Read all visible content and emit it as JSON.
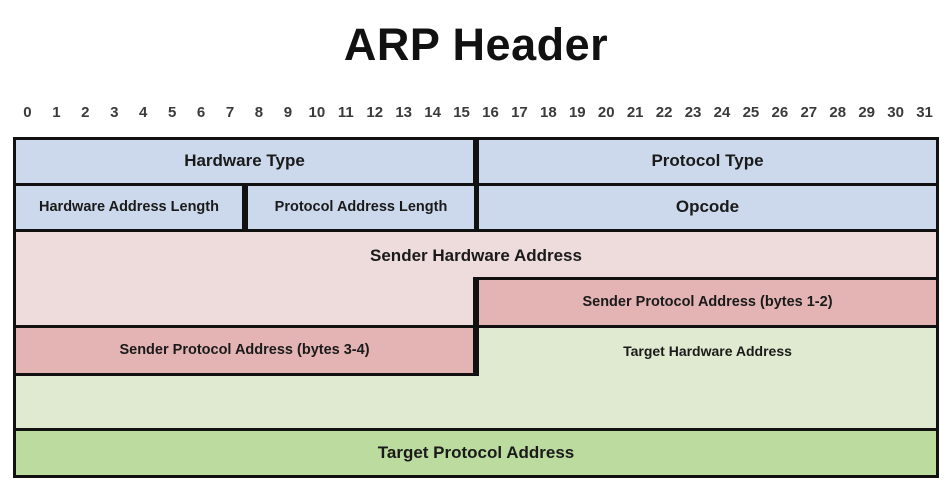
{
  "title": "ARP Header",
  "bit_ruler": {
    "labels": [
      "0",
      "1",
      "2",
      "3",
      "4",
      "5",
      "6",
      "7",
      "8",
      "9",
      "10",
      "11",
      "12",
      "13",
      "14",
      "15",
      "16",
      "17",
      "18",
      "19",
      "20",
      "21",
      "22",
      "23",
      "24",
      "25",
      "26",
      "27",
      "28",
      "29",
      "30",
      "31"
    ]
  },
  "colors": {
    "blue": "#ccd9ec",
    "pink_light": "#eedcdc",
    "pink_dark": "#e4b4b4",
    "green_light": "#dfead0",
    "green_dark": "#bcdb9e",
    "border": "#111111",
    "background": "#ffffff",
    "text": "#1a1a1a"
  },
  "fields": [
    {
      "name": "hardware-type",
      "label": "Hardware Type",
      "bit_start": 0,
      "bit_span": 16,
      "row": 0,
      "row_span": 1,
      "color": "blue"
    },
    {
      "name": "protocol-type",
      "label": "Protocol Type",
      "bit_start": 16,
      "bit_span": 16,
      "row": 0,
      "row_span": 1,
      "color": "blue"
    },
    {
      "name": "hardware-address-length",
      "label": "Hardware Address Length",
      "bit_start": 0,
      "bit_span": 8,
      "row": 1,
      "row_span": 1,
      "color": "blue"
    },
    {
      "name": "protocol-address-length",
      "label": "Protocol Address Length",
      "bit_start": 8,
      "bit_span": 8,
      "row": 1,
      "row_span": 1,
      "color": "blue"
    },
    {
      "name": "opcode",
      "label": "Opcode",
      "bit_start": 16,
      "bit_span": 16,
      "row": 1,
      "row_span": 1,
      "color": "blue"
    },
    {
      "name": "sender-hardware-address",
      "label": "Sender Hardware Address",
      "bit_start": 0,
      "bit_span": 32,
      "row": 2,
      "row_span": 1,
      "color": "pink_light"
    },
    {
      "name": "sender-hardware-address-cont",
      "label": "",
      "bit_start": 0,
      "bit_span": 16,
      "row": 3,
      "row_span": 1,
      "color": "pink_light"
    },
    {
      "name": "sender-protocol-address-bytes-1-2",
      "label": "Sender Protocol Address (bytes 1-2)",
      "bit_start": 16,
      "bit_span": 16,
      "row": 3,
      "row_span": 1,
      "color": "pink_dark"
    },
    {
      "name": "sender-protocol-address-bytes-3-4",
      "label": "Sender Protocol Address (bytes 3-4)",
      "bit_start": 0,
      "bit_span": 16,
      "row": 4,
      "row_span": 1,
      "color": "pink_dark"
    },
    {
      "name": "target-hardware-address",
      "label": "Target Hardware Address",
      "bit_start": 16,
      "bit_span": 16,
      "row": 4,
      "row_span": 1,
      "color": "green_light"
    },
    {
      "name": "target-hardware-address-cont",
      "label": "",
      "bit_start": 0,
      "bit_span": 32,
      "row": 5,
      "row_span": 1,
      "color": "green_light"
    },
    {
      "name": "target-protocol-address",
      "label": "Target Protocol Address",
      "bit_start": 0,
      "bit_span": 32,
      "row": 6,
      "row_span": 1,
      "color": "green_dark"
    }
  ]
}
